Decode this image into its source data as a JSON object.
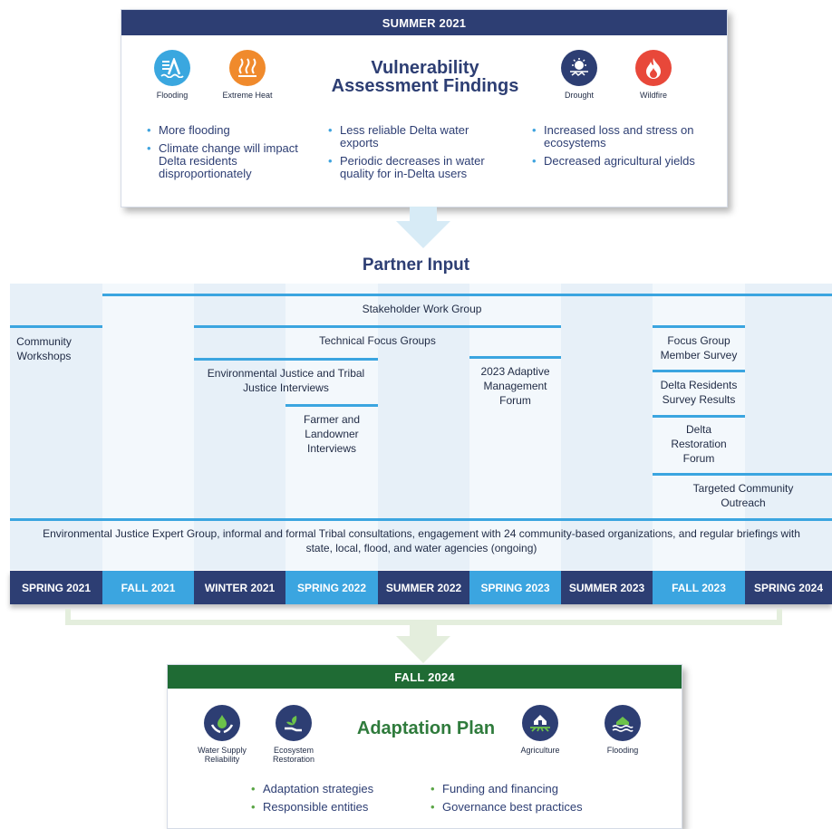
{
  "top_card": {
    "header": "SUMMER 2021",
    "title_line1": "Vulnerability",
    "title_line2": "Assessment Findings",
    "icons": [
      {
        "name": "flooding-icon",
        "label": "Flooding",
        "color": "#3aa7df"
      },
      {
        "name": "extreme-heat-icon",
        "label": "Extreme Heat",
        "color": "#f08a2c"
      },
      {
        "name": "drought-icon",
        "label": "Drought",
        "color": "#2d3e73"
      },
      {
        "name": "wildfire-icon",
        "label": "Wildfire",
        "color": "#e8483a"
      }
    ],
    "bullets_col1": [
      "More flooding",
      "Climate change will impact Delta residents disproportionately"
    ],
    "bullets_col2": [
      "Less reliable Delta water exports",
      "Periodic decreases in water quality for in-Delta users"
    ],
    "bullets_col3": [
      "Increased loss and stress on ecosystems",
      "Decreased agricultural yields"
    ]
  },
  "partner_input": {
    "title": "Partner Input",
    "labels": {
      "stakeholder": "Stakeholder Work Group",
      "community": "Community Workshops",
      "technical": "Technical Focus Groups",
      "ej_tribal": "Environmental Justice and Tribal Justice Interviews",
      "farmer": "Farmer and Landowner Interviews",
      "adaptive": "2023 Adaptive Management Forum",
      "focus_survey": "Focus Group Member Survey",
      "residents_survey": "Delta Residents Survey Results",
      "restoration": "Delta Restoration Forum",
      "targeted": "Targeted Community Outreach",
      "ongoing": "Environmental Justice Expert Group, informal and formal Tribal consultations, engagement with 24 community-based organizations, and regular briefings with state, local, flood, and water agencies (ongoing)"
    },
    "seasons": [
      "SPRING 2021",
      "FALL 2021",
      "WINTER 2021",
      "SPRING 2022",
      "SUMMER 2022",
      "SPRING 2023",
      "SUMMER 2023",
      "FALL 2023",
      "SPRING 2024"
    ],
    "season_colors": [
      "#2d3e73",
      "#3ba5e0"
    ]
  },
  "bottom_card": {
    "header": "FALL 2024",
    "title": "Adaptation Plan",
    "icons": [
      {
        "name": "water-supply-icon",
        "label_line1": "Water Supply",
        "label_line2": "Reliability"
      },
      {
        "name": "ecosystem-restoration-icon",
        "label_line1": "Ecosystem",
        "label_line2": "Restoration"
      },
      {
        "name": "agriculture-icon",
        "label_line1": "Agriculture",
        "label_line2": ""
      },
      {
        "name": "flooding-icon",
        "label_line1": "Flooding",
        "label_line2": ""
      }
    ],
    "bullets_col1": [
      "Adaptation strategies",
      "Responsible entities"
    ],
    "bullets_col2": [
      "Funding and financing",
      "Governance best practices"
    ]
  }
}
